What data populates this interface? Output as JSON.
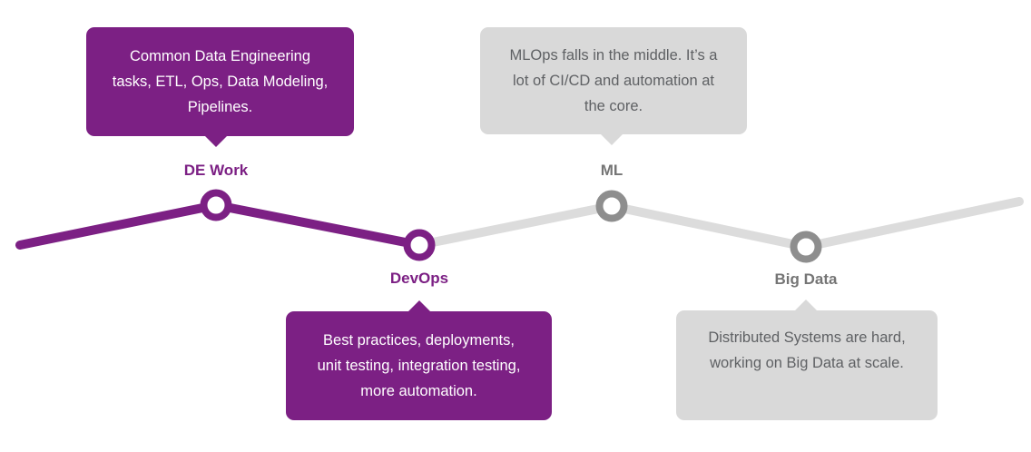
{
  "colors": {
    "purple": "#7c2084",
    "gray_line": "#dcdcdc",
    "gray_node": "#8e8e8e",
    "gray_box": "#d9d9d9",
    "gray_text": "#5f6164",
    "gray_label": "#757575"
  },
  "milestones": [
    {
      "label": "DE Work",
      "theme": "purple",
      "callout_position": "above",
      "callout_lines": [
        "Common Data Engineering",
        "tasks, ETL, Ops, Data Modeling,",
        "Pipelines."
      ]
    },
    {
      "label": "DevOps",
      "theme": "purple",
      "callout_position": "below",
      "callout_lines": [
        "Best practices, deployments,",
        "unit testing, integration testing,",
        "more automation."
      ]
    },
    {
      "label": "ML",
      "theme": "gray",
      "callout_position": "above",
      "callout_lines": [
        "MLOps falls in the middle. It’s a",
        "lot of CI/CD and automation at",
        "the core."
      ]
    },
    {
      "label": "Big Data",
      "theme": "gray",
      "callout_position": "below",
      "callout_lines": [
        "Distributed Systems are hard,",
        "working on Big Data at scale."
      ]
    }
  ]
}
